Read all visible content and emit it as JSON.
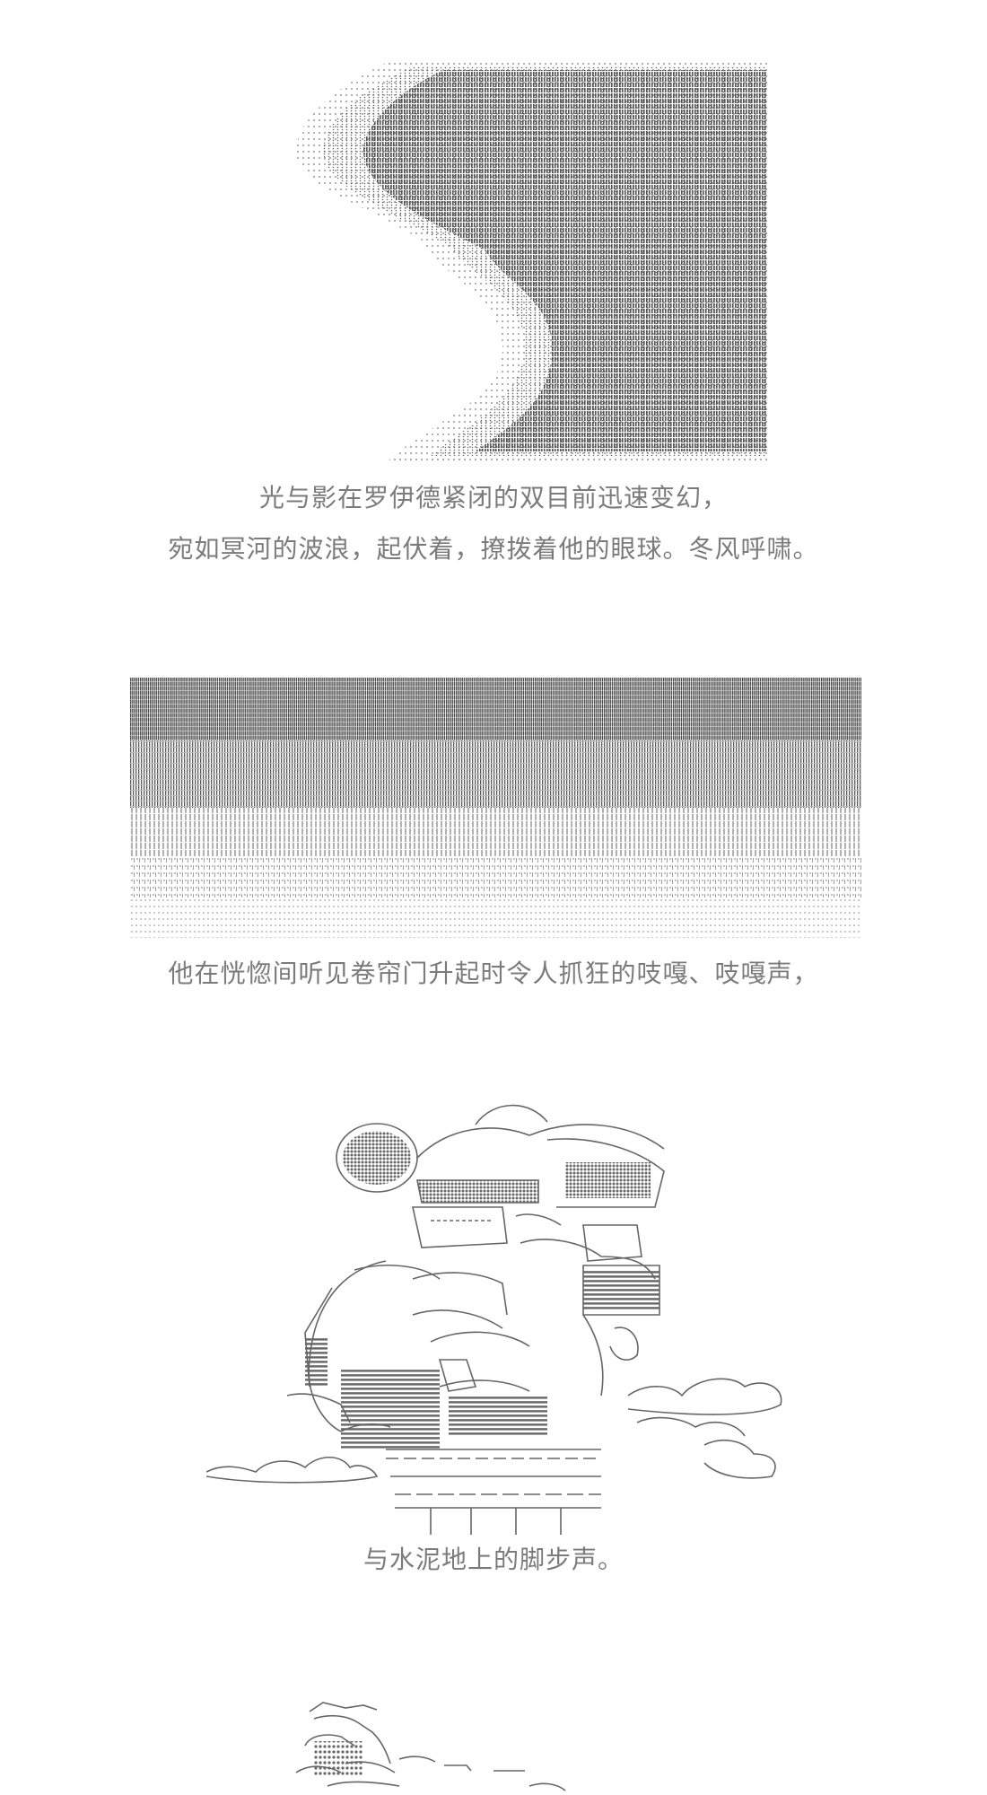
{
  "captions": {
    "scene1_line1": "光与影在罗伊德紧闭的双目前迅速变幻，",
    "scene1_line2": "宛如冥河的波浪，起伏着，撩拨着他的眼球。冬风呼啸。",
    "scene2_line1": "他在恍惚间听见卷帘门升起时令人抓狂的吱嘎、吱嘎声，",
    "scene3_line1": "与水泥地上的脚步声。"
  },
  "colors": {
    "background": "#ffffff",
    "caption_text": "#7b7b7b",
    "art_stroke": "#666666"
  }
}
